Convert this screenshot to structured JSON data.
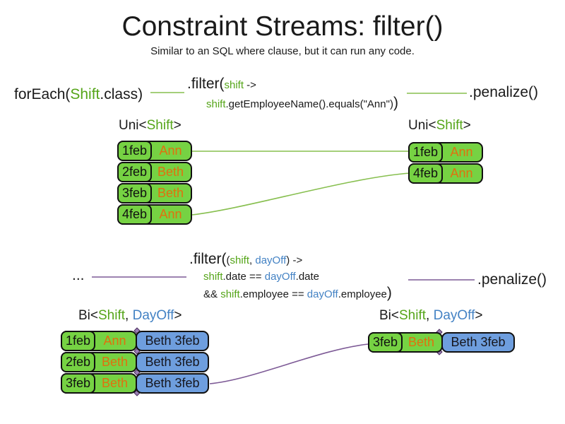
{
  "slide": {
    "title": "Constraint Streams: filter()",
    "subtitle": "Similar to an SQL where clause, but it can run any code."
  },
  "colors": {
    "shift_green_text": "#55a519",
    "dayoff_blue_text": "#4382c4",
    "employee_orange_text": "#e0700f",
    "shift_cell_green": "#76d243",
    "dayoff_cell_blue": "#6e9ede",
    "green_connector": "#87bf4f",
    "purple_connector": "#7d5a96"
  },
  "section1": {
    "foreach": {
      "pre": "forEach(",
      "type": "Shift",
      "post": ".class)"
    },
    "filter": {
      "method": ".filter(",
      "param": "shift",
      "arrow": " ->",
      "body_param": "shift",
      "body": ".getEmployeeName().equals(\"Ann\")",
      "close": ")"
    },
    "penalize": ".penalize()",
    "left_table": {
      "type": {
        "pre": "Uni<",
        "param": "Shift",
        "post": ">"
      },
      "rows": [
        {
          "date": "1feb",
          "employee": "Ann"
        },
        {
          "date": "2feb",
          "employee": "Beth"
        },
        {
          "date": "3feb",
          "employee": "Beth"
        },
        {
          "date": "4feb",
          "employee": "Ann"
        }
      ]
    },
    "right_table": {
      "type": {
        "pre": "Uni<",
        "param": "Shift",
        "post": ">"
      },
      "rows": [
        {
          "date": "1feb",
          "employee": "Ann"
        },
        {
          "date": "4feb",
          "employee": "Ann"
        }
      ]
    }
  },
  "section2": {
    "source": "...",
    "filter": {
      "method": ".filter(",
      "paren_open": "(",
      "param1": "shift",
      "comma": ", ",
      "param2": "dayOff",
      "paren_close": ")",
      "arrow": " ->",
      "line2": {
        "p1": "shift",
        "t1": ".date == ",
        "p2": "dayOff",
        "t2": ".date"
      },
      "line3": {
        "t0": "&& ",
        "p1": "shift",
        "t1": ".employee == ",
        "p2": "dayOff",
        "t2": ".employee",
        "close": ")"
      }
    },
    "penalize": ".penalize()",
    "left_table": {
      "type": {
        "pre": "Bi<",
        "param1": "Shift",
        "comma": ", ",
        "param2": "DayOff",
        "post": ">"
      },
      "rows": [
        {
          "date": "1feb",
          "employee": "Ann",
          "dayoff": "Beth 3feb"
        },
        {
          "date": "2feb",
          "employee": "Beth",
          "dayoff": "Beth 3feb"
        },
        {
          "date": "3feb",
          "employee": "Beth",
          "dayoff": "Beth 3feb"
        }
      ]
    },
    "right_table": {
      "type": {
        "pre": "Bi<",
        "param1": "Shift",
        "comma": ", ",
        "param2": "DayOff",
        "post": ">"
      },
      "rows": [
        {
          "date": "3feb",
          "employee": "Beth",
          "dayoff": "Beth 3feb"
        }
      ]
    }
  }
}
